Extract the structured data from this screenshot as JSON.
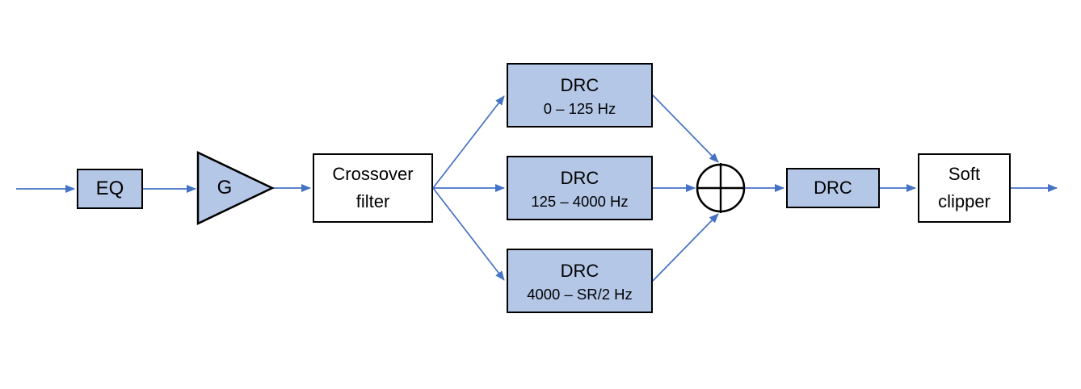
{
  "colors": {
    "block_fill": "#b4c7e7",
    "block_border": "#000000",
    "connector": "#4472c4",
    "text": "#000000",
    "background": "#ffffff"
  },
  "blocks": {
    "eq": {
      "label": "EQ"
    },
    "gain": {
      "label": "G"
    },
    "crossover": {
      "label": "Crossover\nfilter"
    },
    "drc_bands": [
      {
        "title": "DRC",
        "range": "0 – 125 Hz"
      },
      {
        "title": "DRC",
        "range": "125 – 4000 Hz"
      },
      {
        "title": "DRC",
        "range": "4000 – SR/2 Hz"
      }
    ],
    "post_drc": {
      "label": "DRC"
    },
    "soft_clipper": {
      "label": "Soft\nclipper"
    },
    "summing_junction": {
      "symbol": "⊕"
    }
  }
}
